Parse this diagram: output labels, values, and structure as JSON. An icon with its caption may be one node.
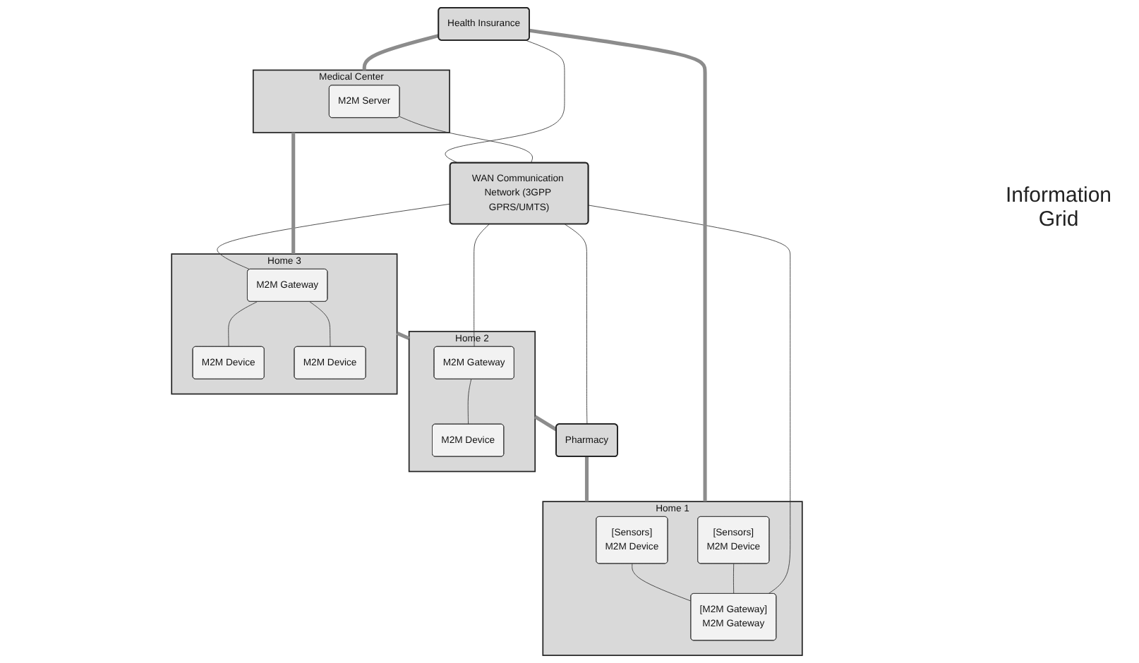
{
  "diagram": {
    "nodes": [
      {
        "text": [
          "Health Insurance"
        ]
      },
      {
        "text": [
          "Medical Center"
        ]
      },
      {
        "text": [
          "M2M Server"
        ],
        "in": 1
      },
      {
        "text": [
          "Home 1"
        ]
      },
      {
        "text": [
          "[Sensors]",
          "M2M Device"
        ],
        "in": 3
      },
      {
        "text": [
          "[Sensors]",
          "M2M Device"
        ],
        "in": 3
      },
      {
        "text": [
          "[M2M Gateway]",
          "M2M Gateway"
        ],
        "in": 3
      },
      {
        "text": [
          "WAN Communication Network (3GPP GPRS/UMTS)"
        ]
      },
      {
        "text": [
          "Pharmacy"
        ]
      },
      {
        "text": [
          "Home 2"
        ]
      },
      {
        "text": [
          "M2M Gateway"
        ],
        "in": 9
      },
      {
        "text": [
          "M2M Device"
        ],
        "in": 9
      },
      {
        "text": [
          "Home 3"
        ]
      },
      {
        "text": [
          "M2M Gateway"
        ],
        "in": 12
      },
      {
        "text": [
          "M2M Device"
        ],
        "in": 12
      },
      {
        "text": [
          "M2M Device"
        ],
        "in": 12
      }
    ],
    "edges": [
      {
        "from": 4,
        "to": 6,
        "arrow": "none"
      },
      {
        "from": 5,
        "to": 6,
        "arrow": "none"
      },
      {
        "from": 0,
        "to": 7,
        "arrow": "none"
      },
      {
        "from": 2,
        "to": 7,
        "arrow": "none"
      },
      {
        "from": 6,
        "to": 7,
        "arrow": "none"
      },
      {
        "from": 8,
        "to": 7,
        "arrow": "none"
      },
      {
        "from": 7,
        "to": 13,
        "arrow": "none"
      },
      {
        "from": 7,
        "to": 10,
        "arrow": "none"
      },
      {
        "from": 10,
        "to": 11,
        "arrow": "none"
      },
      {
        "from": 13,
        "to": 14,
        "arrow": "none"
      },
      {
        "from": 13,
        "to": 15,
        "arrow": "none"
      },
      {
        "from": 0,
        "to": 1,
        "arrow": "none",
        "style": "thick",
        "color": "#8c8c8c"
      },
      {
        "from": 1,
        "to": 12,
        "arrow": "none",
        "style": "thick",
        "color": "#8c8c8c"
      },
      {
        "from": 12,
        "to": 9,
        "arrow": "none",
        "style": "thick",
        "color": "#8c8c8c"
      },
      {
        "from": 9,
        "to": 8,
        "arrow": "none",
        "style": "thick",
        "color": "#8c8c8c"
      },
      {
        "from": 8,
        "to": 3,
        "arrow": "none",
        "style": "thick",
        "color": "#8c8c8c"
      },
      {
        "from": 3,
        "to": 0,
        "arrow": "none",
        "style": "thick",
        "color": "#8c8c8c"
      }
    ],
    "labels": [
      "Information Grid"
    ]
  }
}
